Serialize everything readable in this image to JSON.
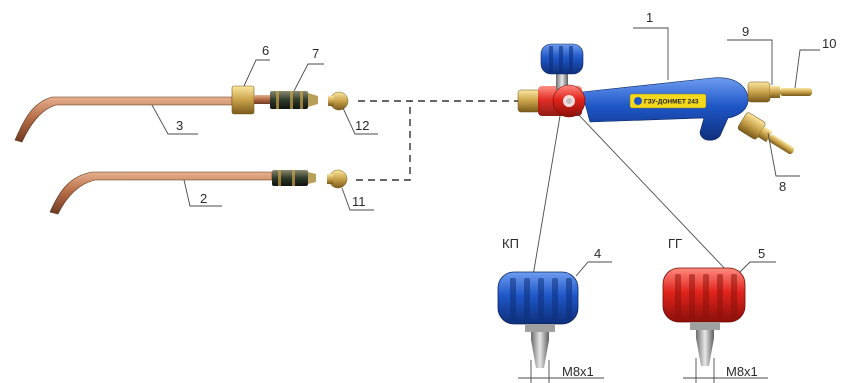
{
  "callouts": {
    "n1": "1",
    "n2": "2",
    "n3": "3",
    "n4": "4",
    "n5": "5",
    "n6": "6",
    "n7": "7",
    "n8": "8",
    "n9": "9",
    "n10": "10",
    "n11": "11",
    "n12": "12"
  },
  "valve_labels": {
    "oxygen": "КП",
    "fuel": "ГГ"
  },
  "thread_labels": {
    "left": "М8х1",
    "right": "М8х1"
  },
  "torch_brand": "ГЗУ-ДОНМЕТ 243",
  "colors": {
    "copper": "#b8704a",
    "brass": "#c9a24a",
    "blue": "#1f57c8",
    "red": "#e0241c",
    "label_yellow": "#f3d81c"
  }
}
